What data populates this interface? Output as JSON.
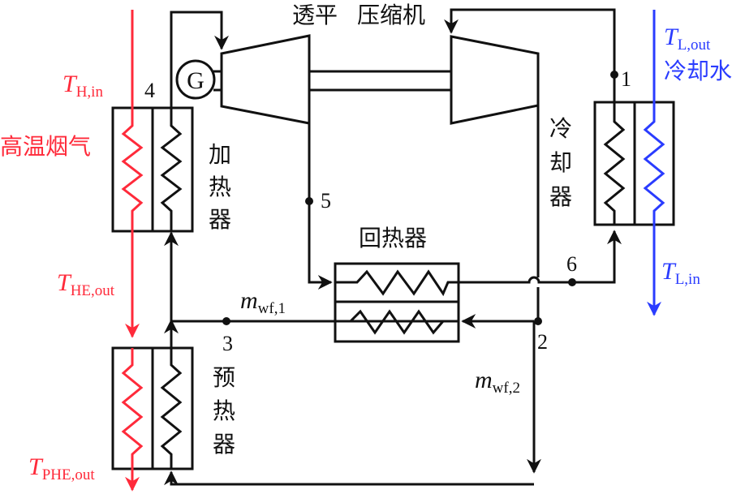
{
  "title": "透平 压缩机",
  "components": {
    "turbine_label": "透平",
    "compressor_label": "压缩机",
    "generator_label": "G",
    "heater_label": [
      "加",
      "热",
      "器"
    ],
    "preheater_label": [
      "预",
      "热",
      "器"
    ],
    "cooler_label": [
      "冷",
      "却",
      "器"
    ],
    "recuperator_label": "回热器"
  },
  "streams": {
    "hot_gas_label": "高温烟气",
    "cooling_water_label": "冷却水",
    "T_H_in": {
      "main": "T",
      "sub": "H,in"
    },
    "T_HE_out": {
      "main": "T",
      "sub": "HE,out"
    },
    "T_PHE_out": {
      "main": "T",
      "sub": "PHE,out"
    },
    "T_L_out": {
      "main": "T",
      "sub": "L,out"
    },
    "T_L_in": {
      "main": "T",
      "sub": "L,in"
    },
    "m_wf_1": {
      "main": "m",
      "sub": "wf,1"
    },
    "m_wf_2": {
      "main": "m",
      "sub": "wf,2"
    }
  },
  "state_points": [
    "1",
    "2",
    "3",
    "4",
    "5",
    "6"
  ],
  "colors": {
    "hot": "#ff2a3a",
    "cold": "#2a3cff",
    "working_fluid": "#111111"
  }
}
